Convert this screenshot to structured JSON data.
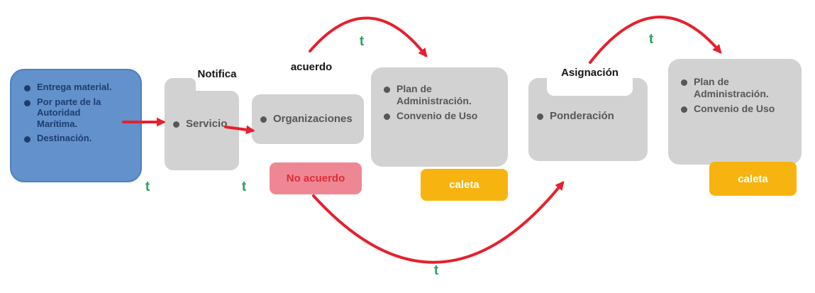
{
  "diagram": {
    "intro_box": {
      "bullets": [
        "Entrega material.",
        "Por parte de la Autoridad Marítima.",
        "Destinación."
      ]
    },
    "servicio_box": {
      "top_label": "Notifica",
      "bullet": "Servicio"
    },
    "organizaciones_box": {
      "top_label": "acuerdo",
      "bullet": "Organizaciones"
    },
    "no_acuerdo_box": {
      "label": "No acuerdo"
    },
    "plan_box_1": {
      "bullets": [
        "Plan de Administración.",
        "Convenio de Uso"
      ],
      "tag": "caleta"
    },
    "ponderacion_box": {
      "top_label": "Asignación",
      "bullet": "Ponderación"
    },
    "plan_box_2": {
      "bullets": [
        "Plan de Administración.",
        "Convenio de Uso"
      ],
      "tag": "caleta"
    },
    "time_labels": [
      "t",
      "t",
      "t",
      "t",
      "t"
    ],
    "colors": {
      "intro_bg": "#6391cb",
      "intro_text": "#1d3d71",
      "node_bg": "#d3d2d2",
      "node_text": "#575756",
      "label_text": "#141414",
      "arrow_red": "#e6202e",
      "time_green": "#2aa061",
      "no_acuerdo_bg": "#ee8793",
      "no_acuerdo_text": "#de2c3a",
      "tag_bg": "#f7b410",
      "tag_text": "#ffffff"
    }
  }
}
